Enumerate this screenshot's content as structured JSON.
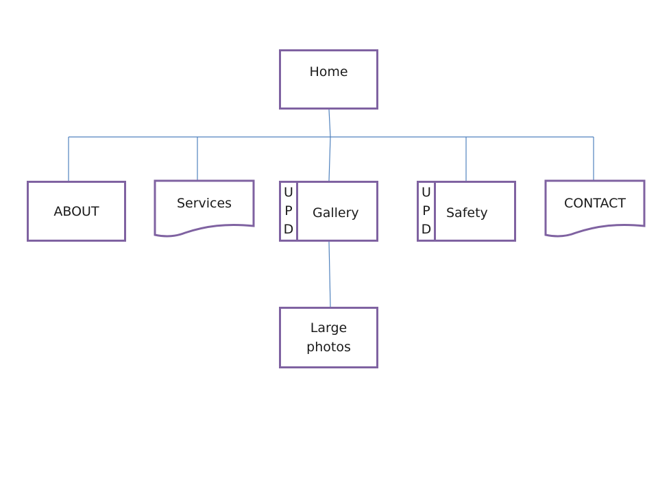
{
  "colors": {
    "box_border": "#7f62a1",
    "connector": "#4f81bd"
  },
  "nodes": {
    "home": "Home",
    "about": "ABOUT",
    "services": "Services",
    "gallery": "Gallery",
    "safety": "Safety",
    "contact": "CONTACT",
    "large_photos_line1": "Large",
    "large_photos_line2": "photos"
  },
  "gallery_marker": [
    "U",
    "P",
    "D"
  ],
  "safety_marker": [
    "U",
    "P",
    "D"
  ]
}
